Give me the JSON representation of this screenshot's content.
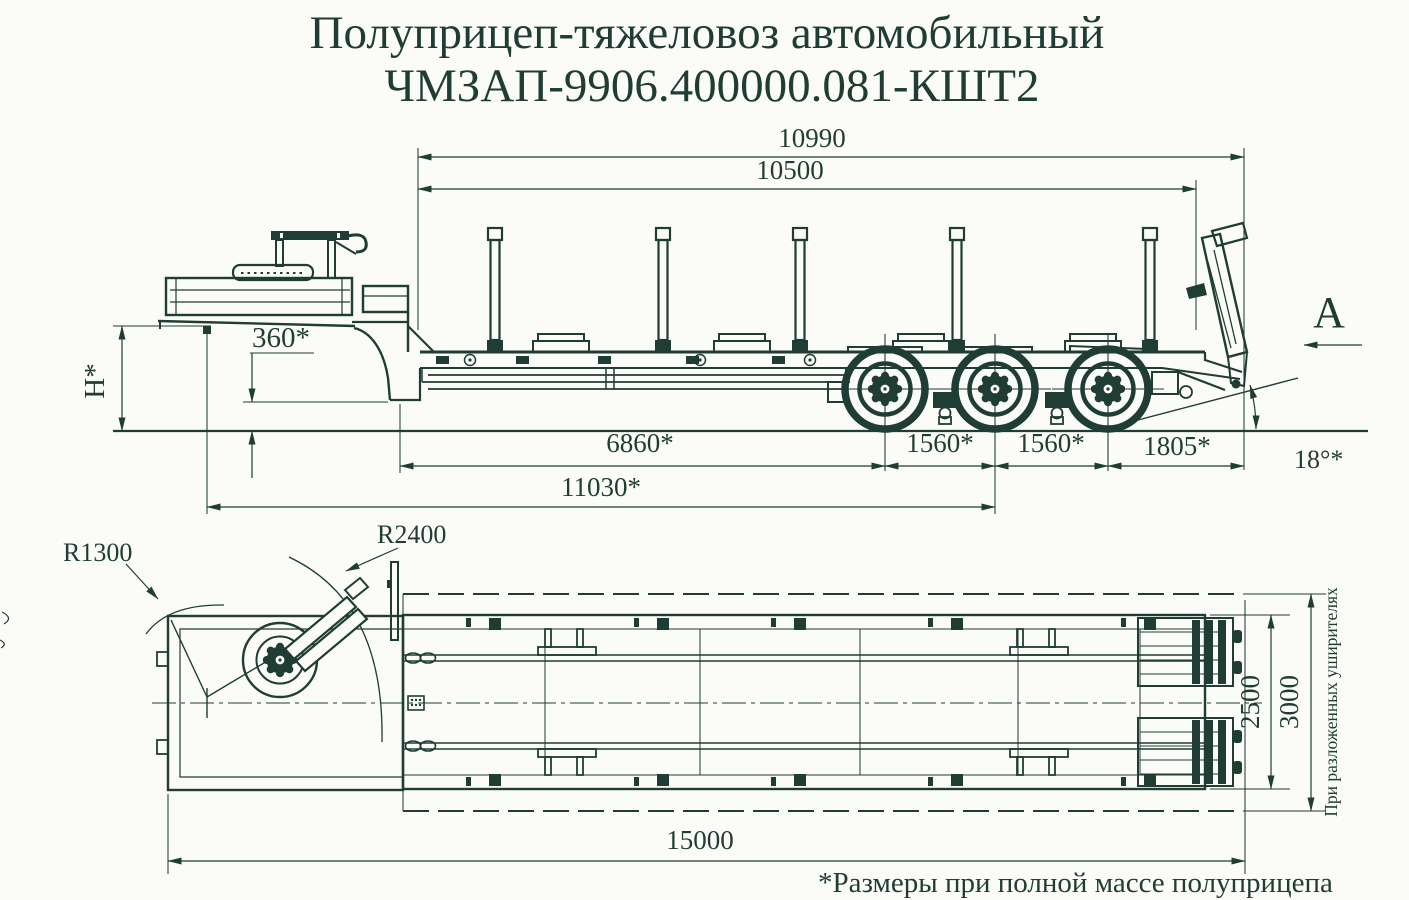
{
  "title": {
    "line1": "Полуприцеп-тяжеловоз автомобильный",
    "line2": "ЧМЗАП-9906.400000.081-КШТ2"
  },
  "side_view": {
    "dims": {
      "overall_length_top": "10990",
      "platform_length": "10500",
      "height": "H*",
      "ground_clearance": "360*",
      "gooseneck_to_axle1": "6860*",
      "axle_spacing_12": "1560*",
      "axle_spacing_23": "1560*",
      "rear_overhang": "1805*",
      "kingpin_to_bogie": "11030*",
      "ramp_angle": "18°*"
    },
    "view_arrow_label": "A"
  },
  "plan_view": {
    "dims": {
      "front_radius": "R1300",
      "swing_radius": "R2400",
      "platform_width": "2500",
      "extended_width": "3000",
      "overall_length": "15000"
    },
    "extended_note": "При разложенных уширителях"
  },
  "footnote": "*Размеры при полной массе полуприцепа",
  "colors": {
    "ink": "#1f3d35",
    "paper": "#fbfbf8"
  }
}
